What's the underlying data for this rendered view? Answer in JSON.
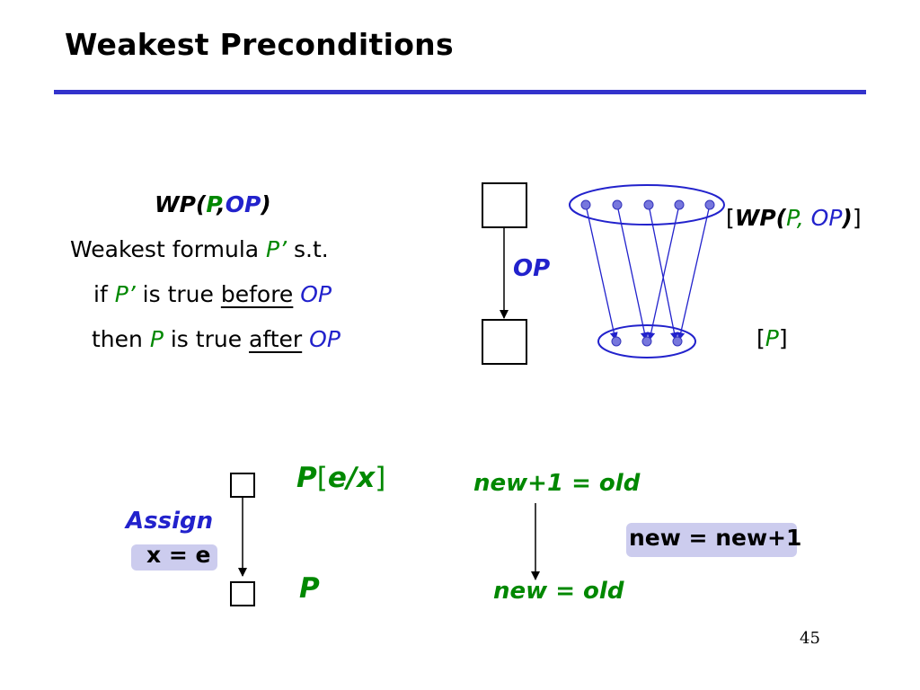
{
  "title": "Weakest Preconditions",
  "def": {
    "wp_prefix": "WP(",
    "wp_p": "P",
    "wp_comma": ",",
    "wp_op": "OP",
    "wp_close": ")",
    "line1_text": "Weakest formula ",
    "line1_p": "P’",
    "line1_st": " s.t.",
    "line2_if": "if ",
    "line2_p": "P’",
    "line2_mid": " is true ",
    "line2_before": "before",
    "line2_op": "OP",
    "line3_then": "then ",
    "line3_p": "P",
    "line3_mid": " is true ",
    "line3_after": "after",
    "line3_op": "OP"
  },
  "diagram": {
    "op_label": "OP",
    "wp_set": {
      "open": "[",
      "wp": "WP(",
      "p": "P",
      "comma": ", ",
      "op": "OP",
      "close_paren": ")",
      "close": "]"
    },
    "p_set": {
      "open": "[",
      "p": "P",
      "close": "]"
    }
  },
  "assign": {
    "pre": {
      "p": "P",
      "bracket_open": "[",
      "e": "e",
      "slash": "/",
      "x": "x",
      "bracket_close": "]"
    },
    "label": "Assign",
    "stmt": "x = e",
    "post": "P"
  },
  "example": {
    "pre": "new+1 = old",
    "stmt": "new = new+1",
    "post": "new = old"
  },
  "page_number": "45",
  "colors": {
    "accent_rule": "#3333cc",
    "green": "#008800",
    "blue": "#2222cc",
    "pill": "#ccccee"
  }
}
